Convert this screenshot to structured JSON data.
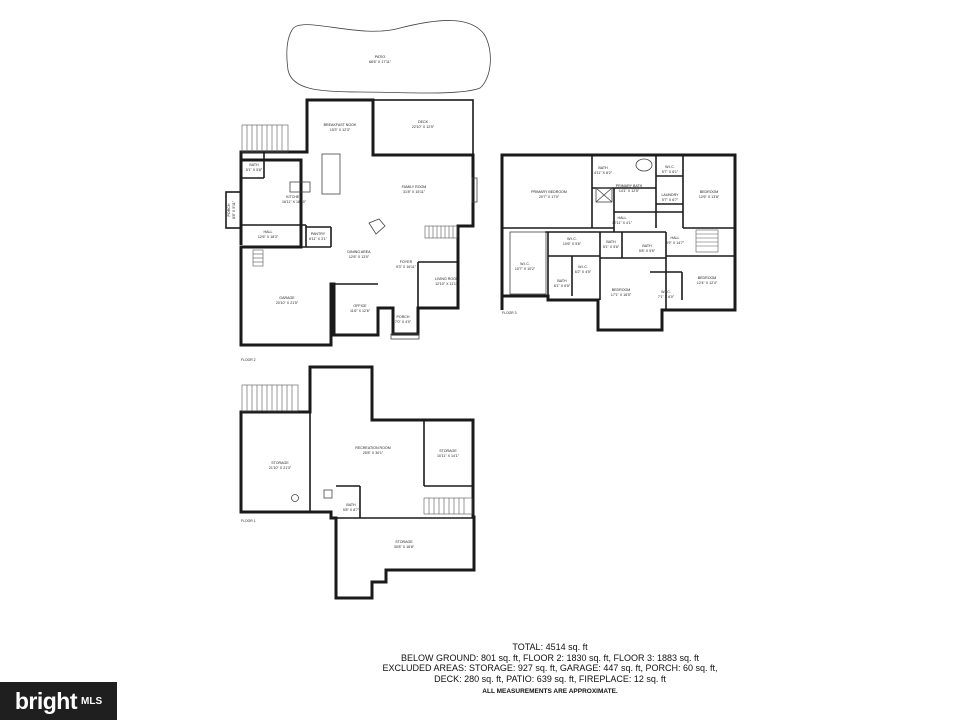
{
  "floor_labels": {
    "floor2": "FLOOR 2",
    "floor3": "FLOOR 3",
    "floor1": "FLOOR 1"
  },
  "rooms": {
    "patio": {
      "name": "PATIO",
      "dims": "66'6\" X 17'11\""
    },
    "deck": {
      "name": "DECK",
      "dims": "22'10\" X 12'5\""
    },
    "breakfast": {
      "name": "BREAKFAST NOOK",
      "dims": "15'3\" X 12'3\""
    },
    "bath_f2": {
      "name": "BATH",
      "dims": "5'1\" X 5'8\""
    },
    "kitchen": {
      "name": "KITCHEN",
      "dims": "16'11\" X 18'10\""
    },
    "porch_side": {
      "name": "PORCH",
      "dims": "8'8\" X 5'11\""
    },
    "family": {
      "name": "FAMILY ROOM",
      "dims": "31'8\" X 15'11\""
    },
    "hall_f2": {
      "name": "HALL",
      "dims": "12'6\" X 18'3\""
    },
    "pantry": {
      "name": "PANTRY",
      "dims": "6'11\" X 3'1\""
    },
    "dining": {
      "name": "DINING AREA",
      "dims": "12'6\" X 13'0\""
    },
    "foyer": {
      "name": "FOYER",
      "dims": "9'3\" X 16'11\""
    },
    "living": {
      "name": "LIVING ROOM",
      "dims": "12'10\" X 11'11\""
    },
    "garage": {
      "name": "GARAGE",
      "dims": "20'10\" X 21'5\""
    },
    "office": {
      "name": "OFFICE",
      "dims": "11'6\" X 12'6\""
    },
    "porch_front": {
      "name": "PORCH",
      "dims": "7'0\" X 4'0\""
    },
    "primary_bed": {
      "name": "PRIMARY BEDROOM",
      "dims": "20'7\" X 17'0\""
    },
    "bath_p1": {
      "name": "BATH",
      "dims": "4'11\" X 8'2\""
    },
    "primary_bath": {
      "name": "PRIMARY BATH",
      "dims": "14'1\" X 12'5\""
    },
    "wic_top": {
      "name": "W.I.C.",
      "dims": "5'7\" X 6'1\""
    },
    "bedroom_tr": {
      "name": "BEDROOM",
      "dims": "12'6\" X 13'8\""
    },
    "laundry": {
      "name": "LAUNDRY",
      "dims": "5'7\" X 6'7\""
    },
    "hall_f3a": {
      "name": "HALL",
      "dims": "12'11\" X 4'1\""
    },
    "wic_mid": {
      "name": "W.I.C.",
      "dims": "10'6\" X 5'6\""
    },
    "bath_mid": {
      "name": "BATH",
      "dims": "5'1\" X 5'6\""
    },
    "bath_mid2": {
      "name": "BATH",
      "dims": "5'8\" X 5'6\""
    },
    "hall_f3b": {
      "name": "HALL",
      "dims": "9'9\" X 14'7\""
    },
    "wic_big": {
      "name": "W.I.C.",
      "dims": "10'7\" X 10'2\""
    },
    "wic_small": {
      "name": "W.I.C.",
      "dims": "6'2\" X 4'5\""
    },
    "bath_small": {
      "name": "BATH",
      "dims": "6'1\" X 6'5\""
    },
    "bedroom_bc": {
      "name": "BEDROOM",
      "dims": "17'1\" X 16'5\""
    },
    "bedroom_br": {
      "name": "BEDROOM",
      "dims": "12'4\" X 12'4\""
    },
    "wic_br": {
      "name": "W.I.C.",
      "dims": "7'1\" X 6'0\""
    },
    "storage_left": {
      "name": "STORAGE",
      "dims": "21'10\" X 21'3\""
    },
    "recreation": {
      "name": "RECREATION ROOM",
      "dims": "25'8\" X 30'1\""
    },
    "storage_right": {
      "name": "STORAGE",
      "dims": "10'11\" X 14'1\""
    },
    "bath_f1": {
      "name": "BATH",
      "dims": "5'8\" X 8'7\""
    },
    "storage_bottom": {
      "name": "STORAGE",
      "dims": "30'8\" X 16'8\""
    }
  },
  "summary": {
    "line1": "TOTAL: 4514 sq. ft",
    "line2": "BELOW GROUND: 801 sq. ft, FLOOR 2: 1830 sq. ft, FLOOR 3: 1883 sq. ft",
    "line3": "EXCLUDED AREAS: STORAGE: 927 sq. ft, GARAGE: 447 sq. ft, PORCH: 60 sq. ft,",
    "line4": "DECK: 280 sq. ft, PATIO: 639 sq. ft, FIREPLACE: 12 sq. ft",
    "note": "ALL MEASUREMENTS ARE APPROXIMATE."
  },
  "logo": {
    "brand": "bright",
    "suffix": "MLS"
  }
}
